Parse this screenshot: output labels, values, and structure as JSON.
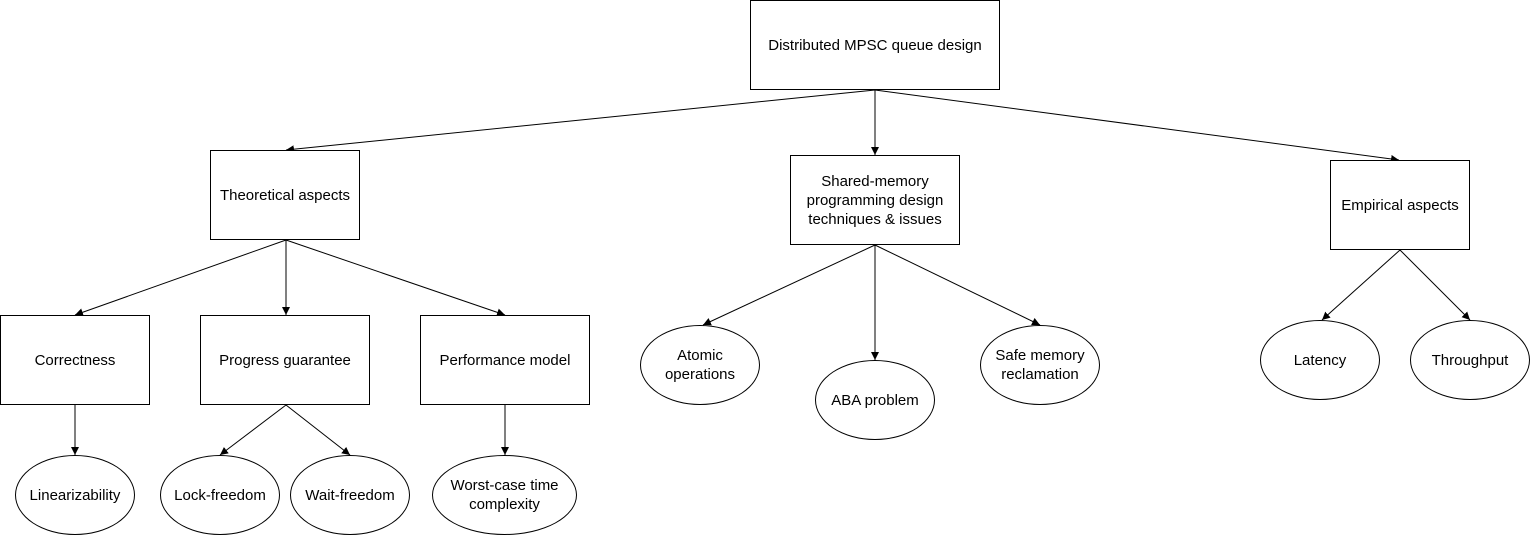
{
  "diagram": {
    "root": "Distributed MPSC queue design",
    "theoretical": {
      "label": "Theoretical aspects",
      "correctness": {
        "label": "Correctness",
        "child": "Linearizability"
      },
      "progress": {
        "label": "Progress guarantee",
        "children": [
          "Lock-freedom",
          "Wait-freedom"
        ]
      },
      "performance": {
        "label": "Performance model",
        "child": "Worst-case time\ncomplexity"
      }
    },
    "shared_memory": {
      "label": "Shared-memory\nprogramming design\ntechniques & issues",
      "children": [
        "Atomic\noperations",
        "ABA problem",
        "Safe memory\nreclamation"
      ]
    },
    "empirical": {
      "label": "Empirical aspects",
      "children": [
        "Latency",
        "Throughput"
      ]
    }
  },
  "colors": {
    "stroke": "#000000",
    "fill": "#ffffff"
  }
}
